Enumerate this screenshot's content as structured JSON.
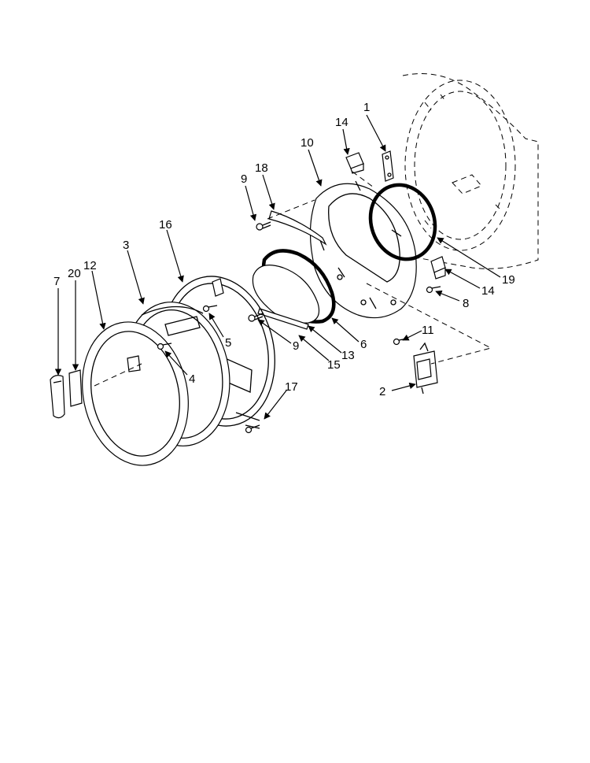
{
  "callouts": [
    {
      "id": "c1",
      "text": "1"
    },
    {
      "id": "c14a",
      "text": "14"
    },
    {
      "id": "c10",
      "text": "10"
    },
    {
      "id": "c18",
      "text": "18"
    },
    {
      "id": "c9a",
      "text": "9"
    },
    {
      "id": "c16",
      "text": "16"
    },
    {
      "id": "c3",
      "text": "3"
    },
    {
      "id": "c12",
      "text": "12"
    },
    {
      "id": "c7",
      "text": "7"
    },
    {
      "id": "c20",
      "text": "20"
    },
    {
      "id": "c5",
      "text": "5"
    },
    {
      "id": "c4",
      "text": "4"
    },
    {
      "id": "c9b",
      "text": "9"
    },
    {
      "id": "c13",
      "text": "13"
    },
    {
      "id": "c6",
      "text": "6"
    },
    {
      "id": "c15",
      "text": "15"
    },
    {
      "id": "c19",
      "text": "19"
    },
    {
      "id": "c14b",
      "text": "14"
    },
    {
      "id": "c8",
      "text": "8"
    },
    {
      "id": "c11",
      "text": "11"
    },
    {
      "id": "c17",
      "text": "17"
    },
    {
      "id": "c2",
      "text": "2"
    }
  ]
}
